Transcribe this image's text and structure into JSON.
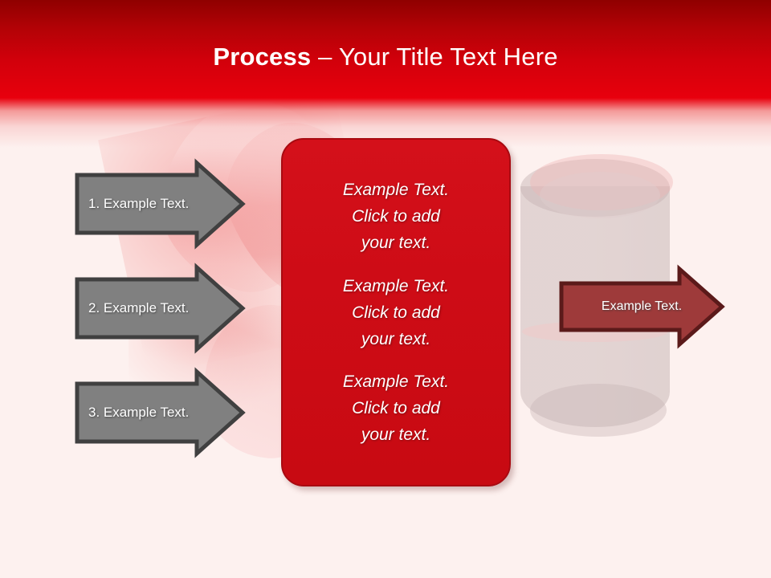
{
  "slide": {
    "title_bold": "Process",
    "title_rest": " – Your Title Text Here",
    "background_color": "#FDF1EF",
    "header_top_color": "#8F0000",
    "header_bottom_color": "#E8000D"
  },
  "input_arrows": [
    {
      "label": "1. Example Text.",
      "fill": "#808080",
      "stroke": "#404040",
      "text_color": "#FFFFFF"
    },
    {
      "label": "2. Example Text.",
      "fill": "#808080",
      "stroke": "#404040",
      "text_color": "#FFFFFF"
    },
    {
      "label": "3. Example Text.",
      "fill": "#808080",
      "stroke": "#404040",
      "text_color": "#FFFFFF"
    }
  ],
  "center_panel": {
    "fill": "#CE0C16",
    "stroke": "#A80A11",
    "blocks": [
      "Example Text.\nClick  to add\nyour text.",
      "Example Text.\nClick  to add\nyour text.",
      "Example Text.\nClick  to add\nyour text."
    ]
  },
  "output_arrow": {
    "label": "Example Text.",
    "fill": "#9E3A3A",
    "stroke": "#5B1A1A",
    "text_color": "#FFFFFF"
  }
}
